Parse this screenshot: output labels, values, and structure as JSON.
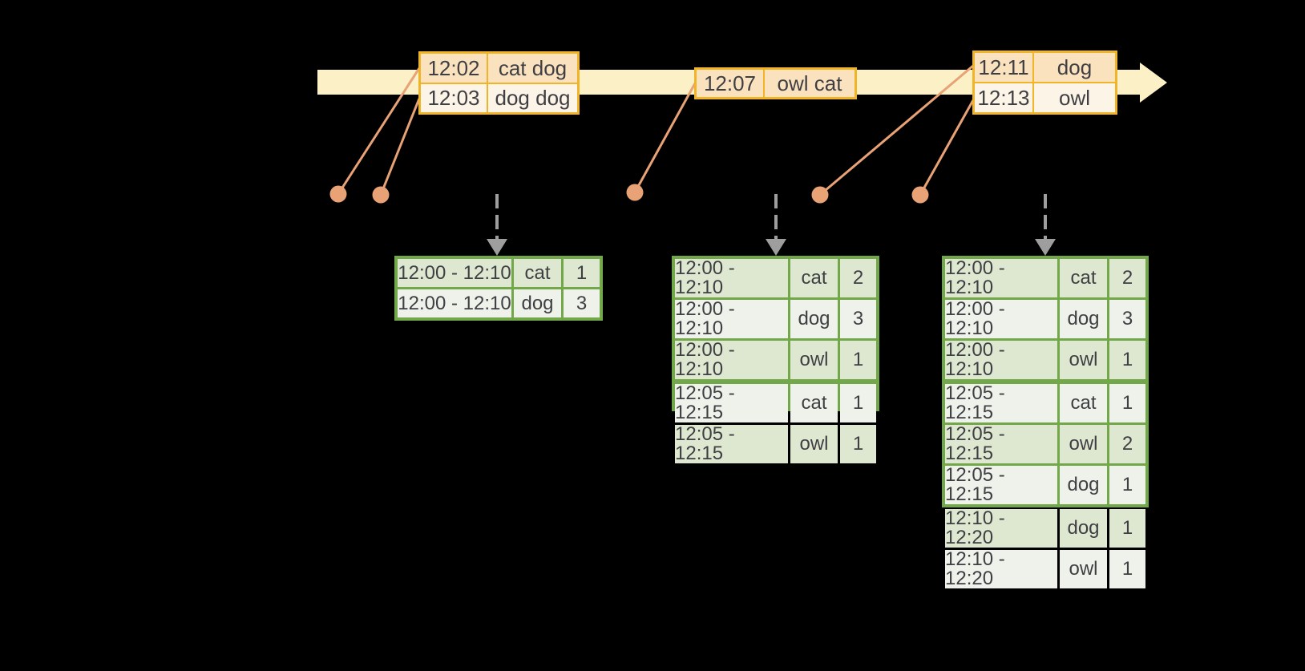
{
  "palette": {
    "background": "#000000",
    "timeline_fill": "#FCF0C6",
    "event_border": "#F0B428",
    "event_row_dark": "#FAE2BE",
    "event_row_light": "#FDF4E8",
    "connector": "#E8A276",
    "result_border": "#72A84A",
    "result_row_dark": "#DEE8D1",
    "result_row_light": "#EEF2EB",
    "trigger_gray": "#9E9E9E",
    "text_color": "#3F3F43"
  },
  "event_tables": [
    {
      "rows": [
        {
          "time": "12:02",
          "words": "cat dog"
        },
        {
          "time": "12:03",
          "words": "dog dog"
        }
      ]
    },
    {
      "rows": [
        {
          "time": "12:07",
          "words": "owl cat"
        }
      ]
    },
    {
      "rows": [
        {
          "time": "12:11",
          "words": "dog"
        },
        {
          "time": "12:13",
          "words": "owl"
        }
      ]
    }
  ],
  "result_tables": [
    {
      "rows": [
        {
          "window": "12:00 - 12:10",
          "word": "cat",
          "count": "1"
        },
        {
          "window": "12:00 - 12:10",
          "word": "dog",
          "count": "3"
        }
      ]
    },
    {
      "rows": [
        {
          "window": "12:00 - 12:10",
          "word": "cat",
          "count": "2"
        },
        {
          "window": "12:00 - 12:10",
          "word": "dog",
          "count": "3"
        },
        {
          "window": "12:00 - 12:10",
          "word": "owl",
          "count": "1"
        },
        {
          "window": "12:05 - 12:15",
          "word": "cat",
          "count": "1"
        },
        {
          "window": "12:05 - 12:15",
          "word": "owl",
          "count": "1"
        }
      ]
    },
    {
      "rows": [
        {
          "window": "12:00 - 12:10",
          "word": "cat",
          "count": "2"
        },
        {
          "window": "12:00 - 12:10",
          "word": "dog",
          "count": "3"
        },
        {
          "window": "12:00 - 12:10",
          "word": "owl",
          "count": "1"
        },
        {
          "window": "12:05 - 12:15",
          "word": "cat",
          "count": "1"
        },
        {
          "window": "12:05 - 12:15",
          "word": "owl",
          "count": "2"
        },
        {
          "window": "12:05 - 12:15",
          "word": "dog",
          "count": "1"
        },
        {
          "window": "12:10 - 12:20",
          "word": "dog",
          "count": "1"
        },
        {
          "window": "12:10 - 12:20",
          "word": "owl",
          "count": "1"
        }
      ]
    }
  ]
}
